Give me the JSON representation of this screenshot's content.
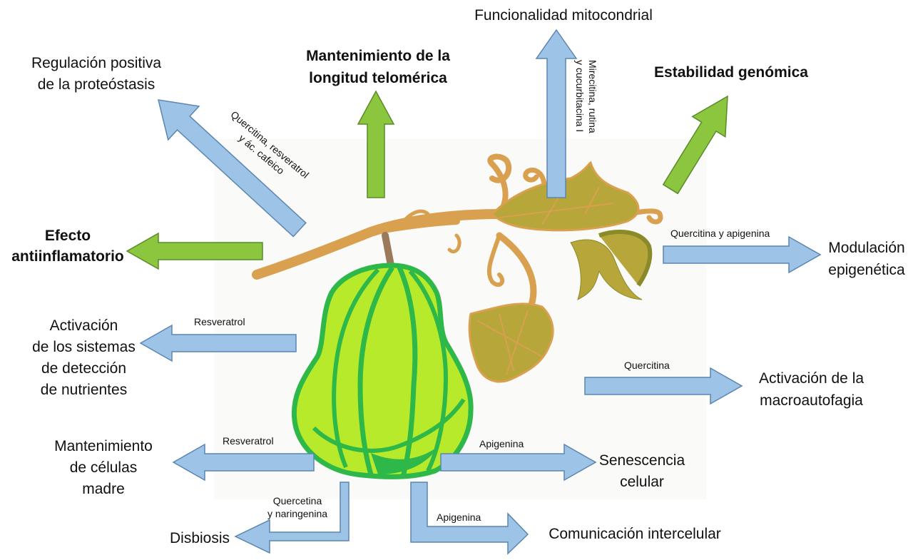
{
  "colors": {
    "blue_arrow": "#9dc3e6",
    "blue_arrow_stroke": "#5b86b0",
    "green_arrow": "#8cc63f",
    "green_arrow_stroke": "#5a8a2a",
    "fruit_light": "#b7ea2a",
    "fruit_dark": "#2eb84a",
    "vine": "#d9a050",
    "leaf": "#b7a63a",
    "leaf_dark": "#8a8a2a"
  },
  "outcomes": {
    "proteostasis": "Regulación positiva\nde la proteóstasis",
    "telomere": "Mantenimiento de la\nlongitud telomérica",
    "mitochondria": "Funcionalidad mitocondrial",
    "genomic": "Estabilidad genómica",
    "antiinflammatory": "Efecto\nantiinflamatorio",
    "epigenetic": "Modulación\nepigenética",
    "nutrients": "Activación\nde los sistemas\nde detección\nde nutrientes",
    "macroautophagy": "Activación de la\nmacroautofagia",
    "stem_cells": "Mantenimiento\nde células\nmadre",
    "senescence": "Senescencia\ncelular",
    "dysbiosis": "Disbiosis",
    "intercellular": "Comunicación intercelular"
  },
  "compounds": {
    "proteostasis": "Quercitina, resveratrol\ny ác. cafeico",
    "mitochondria": "Mirecitina, rutina\ny cucurbitacina I",
    "epigenetic": "Quercitina y apigenina",
    "nutrients": "Resveratrol",
    "macroautophagy": "Quercitina",
    "stem_cells": "Resveratrol",
    "senescence": "Apigenina",
    "dysbiosis": "Quercetina\ny naringenina",
    "intercellular": "Apigenina"
  },
  "icons": [
    "squash-illustration",
    "vine-illustration",
    "leaf-illustration",
    "arrow-icon"
  ]
}
